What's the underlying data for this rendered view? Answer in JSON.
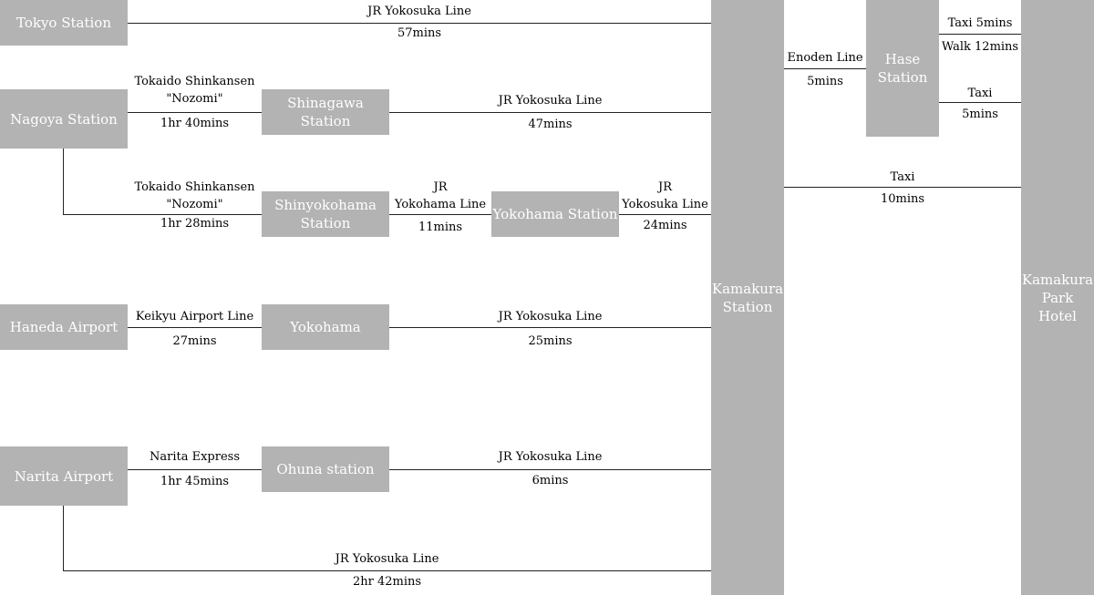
{
  "nodes": {
    "tokyo": "Tokyo Station",
    "nagoya": "Nagoya Station",
    "haneda": "Haneda Airport",
    "narita": "Narita Airport",
    "shinagawa": "Shinagawa Station",
    "shinyokohama": "Shinyokohama\nStation",
    "yokohama_station": "Yokohama Station",
    "yokohama": "Yokohama",
    "ohuna": "Ohuna station",
    "kamakura": "Kamakura\nStation",
    "hase": "Hase\nStation",
    "hotel": "Kamakura\nPark\nHotel"
  },
  "routes": {
    "tokyo_kamakura": {
      "line": "JR Yokosuka Line",
      "time": "57mins"
    },
    "nagoya_shinagawa": {
      "line": "Tokaido Shinkansen\n\"Nozomi\"",
      "time": "1hr 40mins"
    },
    "shinagawa_kamakura": {
      "line": "JR Yokosuka Line",
      "time": "47mins"
    },
    "nagoya_shinyokohama": {
      "line": "Tokaido Shinkansen\n\"Nozomi\"",
      "time": "1hr 28mins"
    },
    "shinyokohama_yokohama": {
      "line": "JR\nYokohama Line",
      "time": "11mins"
    },
    "yokohama_kamakura_a": {
      "line": "JR\nYokosuka Line",
      "time": "24mins"
    },
    "haneda_yokohama": {
      "line": "Keikyu Airport Line",
      "time": "27mins"
    },
    "yokohama_kamakura_b": {
      "line": "JR Yokosuka Line",
      "time": "25mins"
    },
    "narita_ohuna": {
      "line": "Narita Express",
      "time": "1hr 45mins"
    },
    "ohuna_kamakura": {
      "line": "JR Yokosuka Line",
      "time": "6mins"
    },
    "narita_kamakura": {
      "line": "JR Yokosuka Line",
      "time": "2hr 42mins"
    },
    "kamakura_hase": {
      "line": "Enoden Line",
      "time": "5mins"
    },
    "hase_hotel_a": {
      "line": "Taxi 5mins",
      "time": "Walk 12mins"
    },
    "hase_hotel_b": {
      "line": "Taxi",
      "time": "5mins"
    },
    "kamakura_hotel": {
      "line": "Taxi",
      "time": "10mins"
    }
  }
}
